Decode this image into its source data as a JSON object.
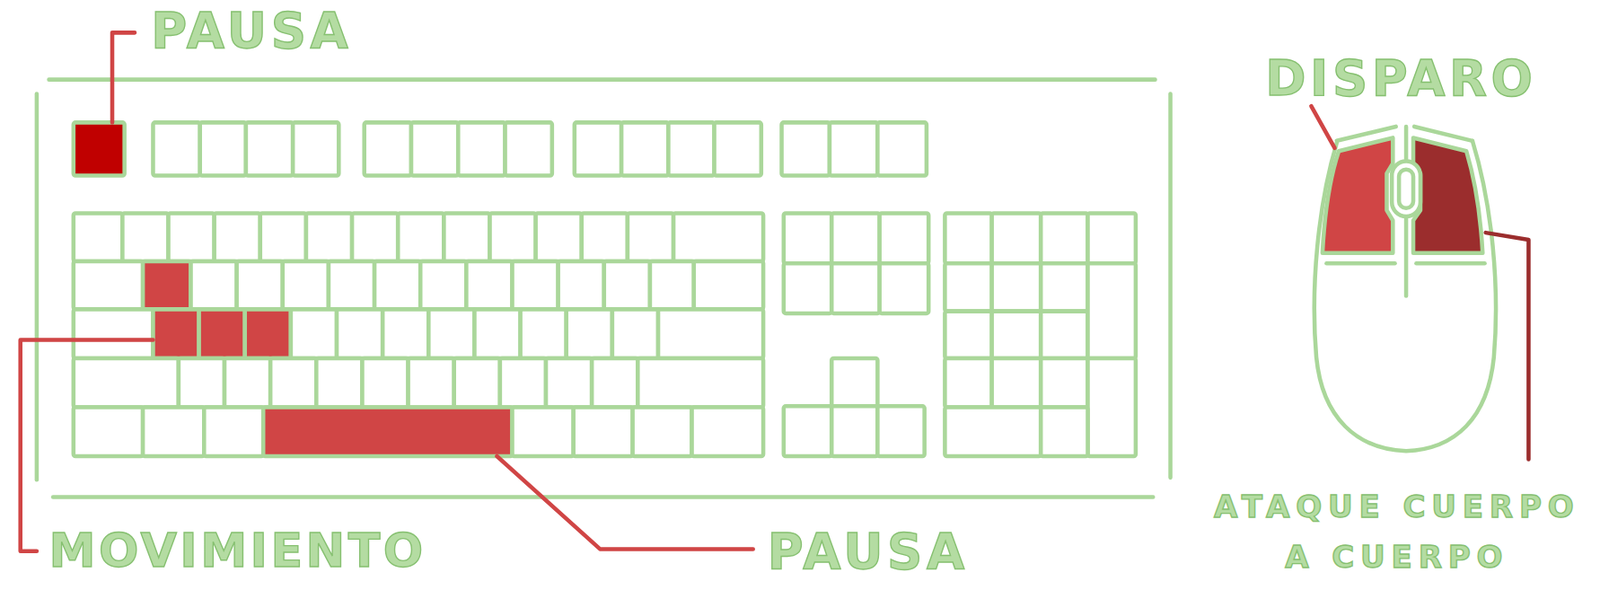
{
  "diagram": {
    "labels": [
      "PAUSA",
      "DISPARO",
      "MOVIMIENTO",
      "PAUSA",
      "ATAQUE CUERPO A CUERPO"
    ]
  }
}
